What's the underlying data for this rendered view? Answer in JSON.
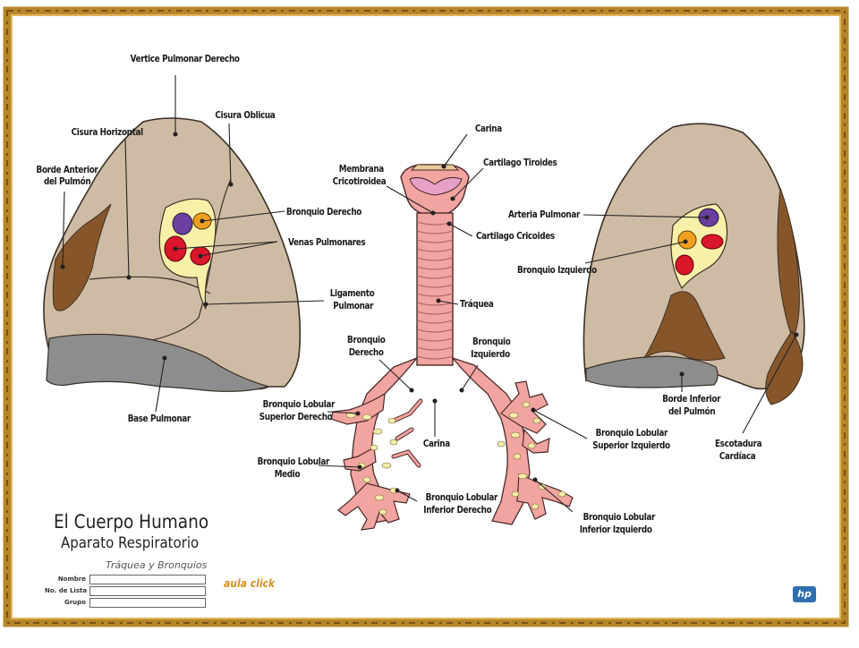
{
  "labels": {
    "vertice": "Vertice Pulmonar Derecho",
    "cisura_oblicua": "Cisura Oblicua",
    "cisura_horizontal": "Cisura Horizontal",
    "borde_anterior_1": "Borde Anterior",
    "borde_anterior_2": "del Pulmón",
    "bronquio_derecho_hilio": "Bronquio Derecho",
    "venas_pulmonares": "Venas Pulmonares",
    "ligamento_1": "Ligamento",
    "ligamento_2": "Pulmonar",
    "base_pulmonar": "Base Pulmonar",
    "carina_top": "Carina",
    "cartilago_tiroides": "Cartilago Tiroides",
    "membrana_1": "Membrana",
    "membrana_2": "Cricotiroidea",
    "cartilago_cricoides": "Cartilago Cricoides",
    "traquea": "Tráquea",
    "bronquio_derecho_1": "Bronquio",
    "bronquio_derecho_2": "Derecho",
    "bronquio_izquierdo_1": "Bronquio",
    "bronquio_izquierdo_2": "Izquierdo",
    "carina_bottom": "Carina",
    "lobular_sup_der_1": "Bronquio Lobular",
    "lobular_sup_der_2": "Superior Derecho",
    "lobular_medio_1": "Bronquio Lobular",
    "lobular_medio_2": "Medio",
    "lobular_inf_der_1": "Bronquio Lobular",
    "lobular_inf_der_2": "Inferior Derecho",
    "lobular_sup_izq_1": "Bronquio Lobular",
    "lobular_sup_izq_2": "Superior Izquierdo",
    "lobular_inf_izq_1": "Bronquio Lobular",
    "lobular_inf_izq_2": "Inferior Izquierdo",
    "arteria_pulmonar": "Arteria Pulmonar",
    "bronquio_izquierdo_hilio": "Bronquio Izquierdo",
    "borde_inferior_1": "Borde Inferior",
    "borde_inferior_2": "del Pulmón",
    "escotadura_1": "Escotadura",
    "escotadura_2": "Cardíaca"
  },
  "footer": {
    "title": "El Cuerpo Humano",
    "subtitle": "Aparato Respiratorio",
    "section": "Tráquea y Bronquios",
    "field_nombre": "Nombre",
    "field_lista": "No. de Lista",
    "field_grupo": "Grupo",
    "logo": "aula click",
    "brand": "hp"
  },
  "colors": {
    "lung": "#cdbba3",
    "lung_dark": "#8a5a2b",
    "lung_base": "#8c8c8c",
    "hilum": "#f7f0a8",
    "artery": "#6a3fa0",
    "vein": "#d9162a",
    "bronchus": "#f0a020",
    "trachea": "#f2a4a0",
    "border_wood": "#c8901c"
  }
}
